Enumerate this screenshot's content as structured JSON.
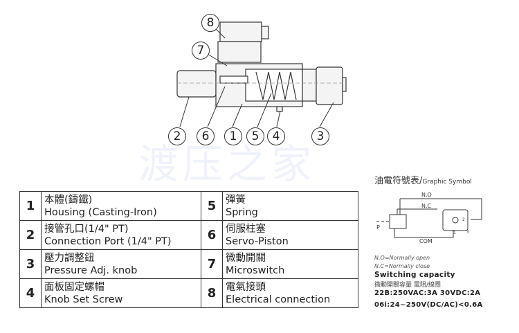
{
  "watermark": "渡压之家",
  "callouts": [
    "1",
    "2",
    "3",
    "4",
    "5",
    "6",
    "7",
    "8"
  ],
  "parts": [
    {
      "no": "1",
      "zh": "本體(鑄鐵)",
      "en": "Housing (Casting-Iron)"
    },
    {
      "no": "2",
      "zh": "接管孔口(1/4\" PT)",
      "en": "Connection Port (1/4\" PT)"
    },
    {
      "no": "3",
      "zh": "壓力調整鈕",
      "en": "Pressure Adj. knob"
    },
    {
      "no": "4",
      "zh": "面板固定螺帽",
      "en": "Knob Set Screw"
    },
    {
      "no": "5",
      "zh": "彈簧",
      "en": "Spring"
    },
    {
      "no": "6",
      "zh": "伺服柱塞",
      "en": "Servo-Piston"
    },
    {
      "no": "7",
      "zh": "微動開關",
      "en": "Microswitch"
    },
    {
      "no": "8",
      "zh": "電氣接頭",
      "en": "Electrical connection"
    }
  ],
  "symbol": {
    "title_zh": "油電符號表/",
    "title_en": "Graphic Symbol",
    "no": "N.O",
    "nc": "N.C",
    "com": "COM",
    "p": "P",
    "pin1": "1",
    "pin2": "2",
    "pin3": "3",
    "legend_no": "N.O=Normally open",
    "legend_nc": "N.C=Normally close",
    "cap_title": "Switching   capacity",
    "cap_sub": "微動開關容量  電阻/線圈",
    "cap1": "22B:250VAC:3A  30VDC:2A",
    "cap2": "06i:24~250V(DC/AC)<0.6A"
  }
}
